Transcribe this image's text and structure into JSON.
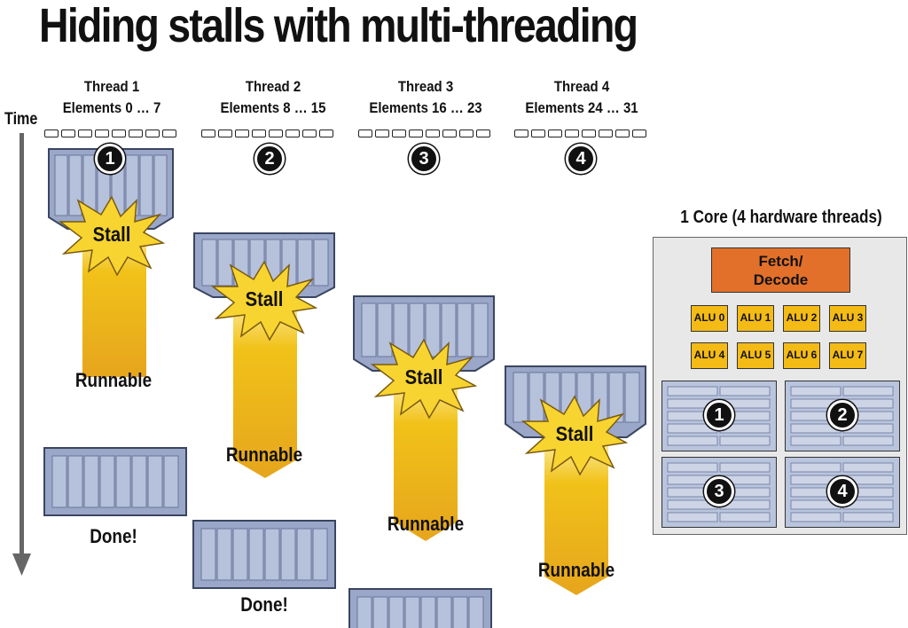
{
  "title": "Hiding stalls with multi-threading",
  "time_label": "Time",
  "threads": [
    {
      "name": "Thread 1",
      "elements": "Elements 0 … 7",
      "number": "1"
    },
    {
      "name": "Thread 2",
      "elements": "Elements 8 … 15",
      "number": "2"
    },
    {
      "name": "Thread 3",
      "elements": "Elements 16 … 23",
      "number": "3"
    },
    {
      "name": "Thread 4",
      "elements": "Elements 24 … 31",
      "number": "4"
    }
  ],
  "labels": {
    "stall": "Stall",
    "runnable": "Runnable",
    "done": "Done!"
  },
  "core": {
    "title": "1 Core (4 hardware threads)",
    "fetch_line1": "Fetch/",
    "fetch_line2": "Decode",
    "alus": [
      "ALU 0",
      "ALU 1",
      "ALU 2",
      "ALU 3",
      "ALU 4",
      "ALU 5",
      "ALU 6",
      "ALU 7"
    ],
    "contexts": [
      "1",
      "2",
      "3",
      "4"
    ]
  },
  "colors": {
    "block_fill": "#9aa7c8",
    "block_border": "#3a4560",
    "arrow_top": "#f1c219",
    "arrow_bottom": "#e6a51d",
    "star_fill": "#f7d430",
    "fetch": "#e2702a",
    "alu": "#f4bb16",
    "core_bg": "#e8e8e8"
  }
}
